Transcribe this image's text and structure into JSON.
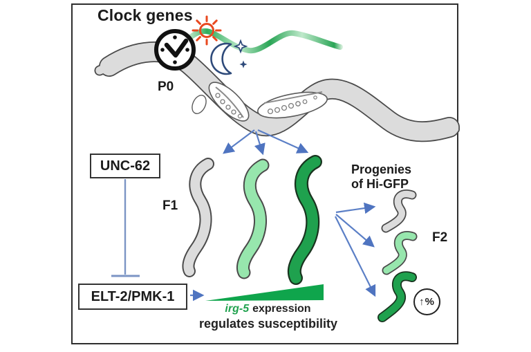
{
  "diagram": {
    "title": "Clock genes",
    "labels": {
      "p0": "P0",
      "f1": "F1",
      "f2": "F2",
      "progenies_line1": "Progenies",
      "progenies_line2": "of Hi-GFP",
      "irg5_gene": "irg-5",
      "expression": "expression",
      "regulates": "regulates susceptibility",
      "up_percent": "↑%"
    },
    "boxes": {
      "unc62": "UNC-62",
      "elt2_pmk1": "ELT-2/PMK-1"
    },
    "icons": {
      "clock": "clock-icon",
      "sun": "sun-icon",
      "moon": "moon-icon",
      "stars": "star-icons",
      "wave": "circadian-sine-wave",
      "up_percent_badge": "up-arrow-percent-icon"
    },
    "colors": {
      "worm_gray": "#dcdcdc",
      "worm_light_green": "#97e6ad",
      "worm_dark_green": "#1fa14e",
      "arrow_blue": "#5b7fc6",
      "inhibit_blue": "#7b94c4",
      "sun_red": "#e8481f",
      "moon_navy": "#2e4a7a",
      "wedge_green": "#0fa54c",
      "irg5_green": "#21a24f",
      "outline_dark": "#4a4a4a"
    }
  }
}
